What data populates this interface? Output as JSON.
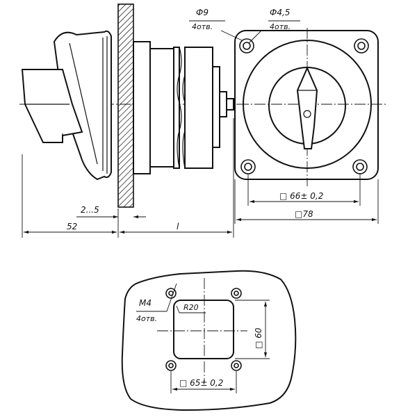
{
  "side_view": {
    "dim_wall_thickness": "2...5",
    "dim_overall_length": "52",
    "dim_shaft_length": "l"
  },
  "front_view": {
    "mount_hole_diameter": "Ф9",
    "mount_hole_count": "4отв.",
    "mount_hole_inner_diameter": "Ф4,5",
    "mount_hole_inner_count": "4отв.",
    "hole_spacing": "□ 66± 0,2",
    "flange_size": "□78"
  },
  "panel_cutout": {
    "thread": "M4",
    "thread_count": "4отв.",
    "corner_radius": "R20",
    "cutout_size": "□ 60",
    "hole_spacing": "□ 65± 0,2"
  }
}
